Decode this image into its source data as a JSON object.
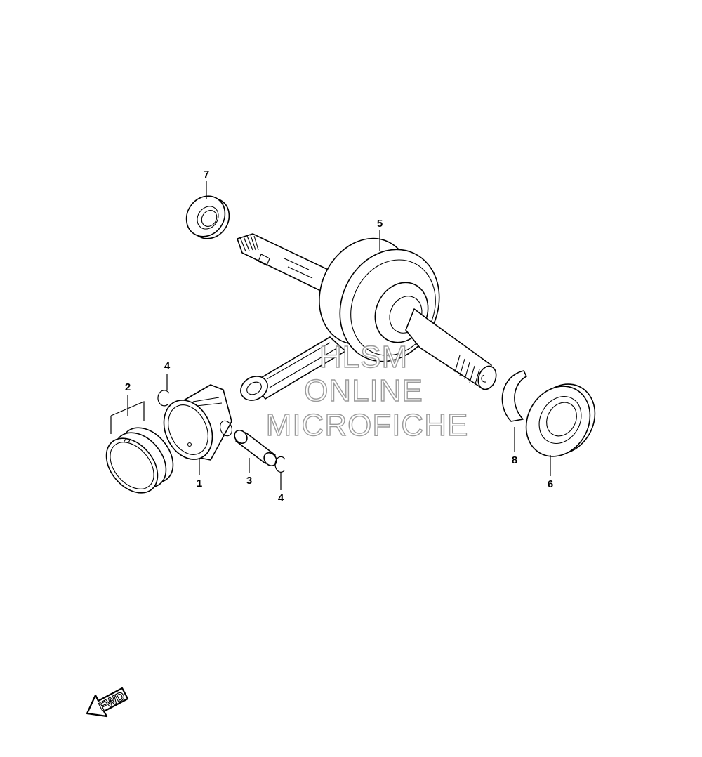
{
  "callouts": {
    "c1": "1",
    "c2": "2",
    "c3": "3",
    "c4a": "4",
    "c4b": "4",
    "c5": "5",
    "c6": "6",
    "c7": "7",
    "c8": "8"
  },
  "watermark": {
    "line1": "HLSM",
    "line2": "ONLINE",
    "line3": "MICROFICHE"
  },
  "direction": {
    "label": "FWD"
  }
}
